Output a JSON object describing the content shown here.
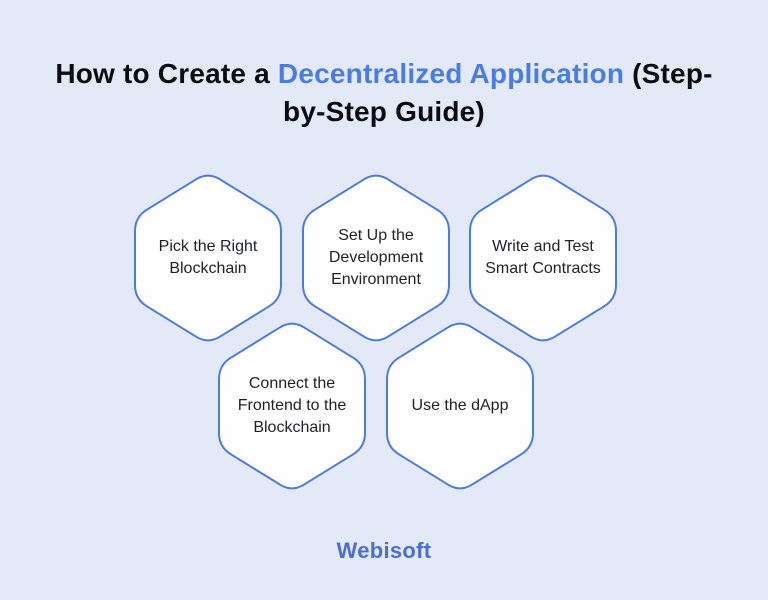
{
  "title": {
    "line1_before": "How to Create a ",
    "line1_highlight": "Decentralized Application",
    "line1_after": " (Step-",
    "line2": "by-Step Guide)"
  },
  "steps": [
    {
      "label": "Pick the Right Blockchain"
    },
    {
      "label": "Set Up the Development Environment"
    },
    {
      "label": "Write and Test Smart Contracts"
    },
    {
      "label": "Connect the Frontend to the Blockchain"
    },
    {
      "label": "Use the dApp"
    }
  ],
  "footer": {
    "brand": "Webisoft"
  },
  "colors": {
    "background": "#e4e9f8",
    "hexagon_border": "#4a7cdd",
    "hexagon_fill": "#ffffff",
    "hexagon_fill_edge": "#f1f5fc",
    "title_text": "#0c0c10",
    "title_highlight": "#4a7de4",
    "step_text": "#1e2126",
    "brand_text": "#4a6fd4"
  }
}
